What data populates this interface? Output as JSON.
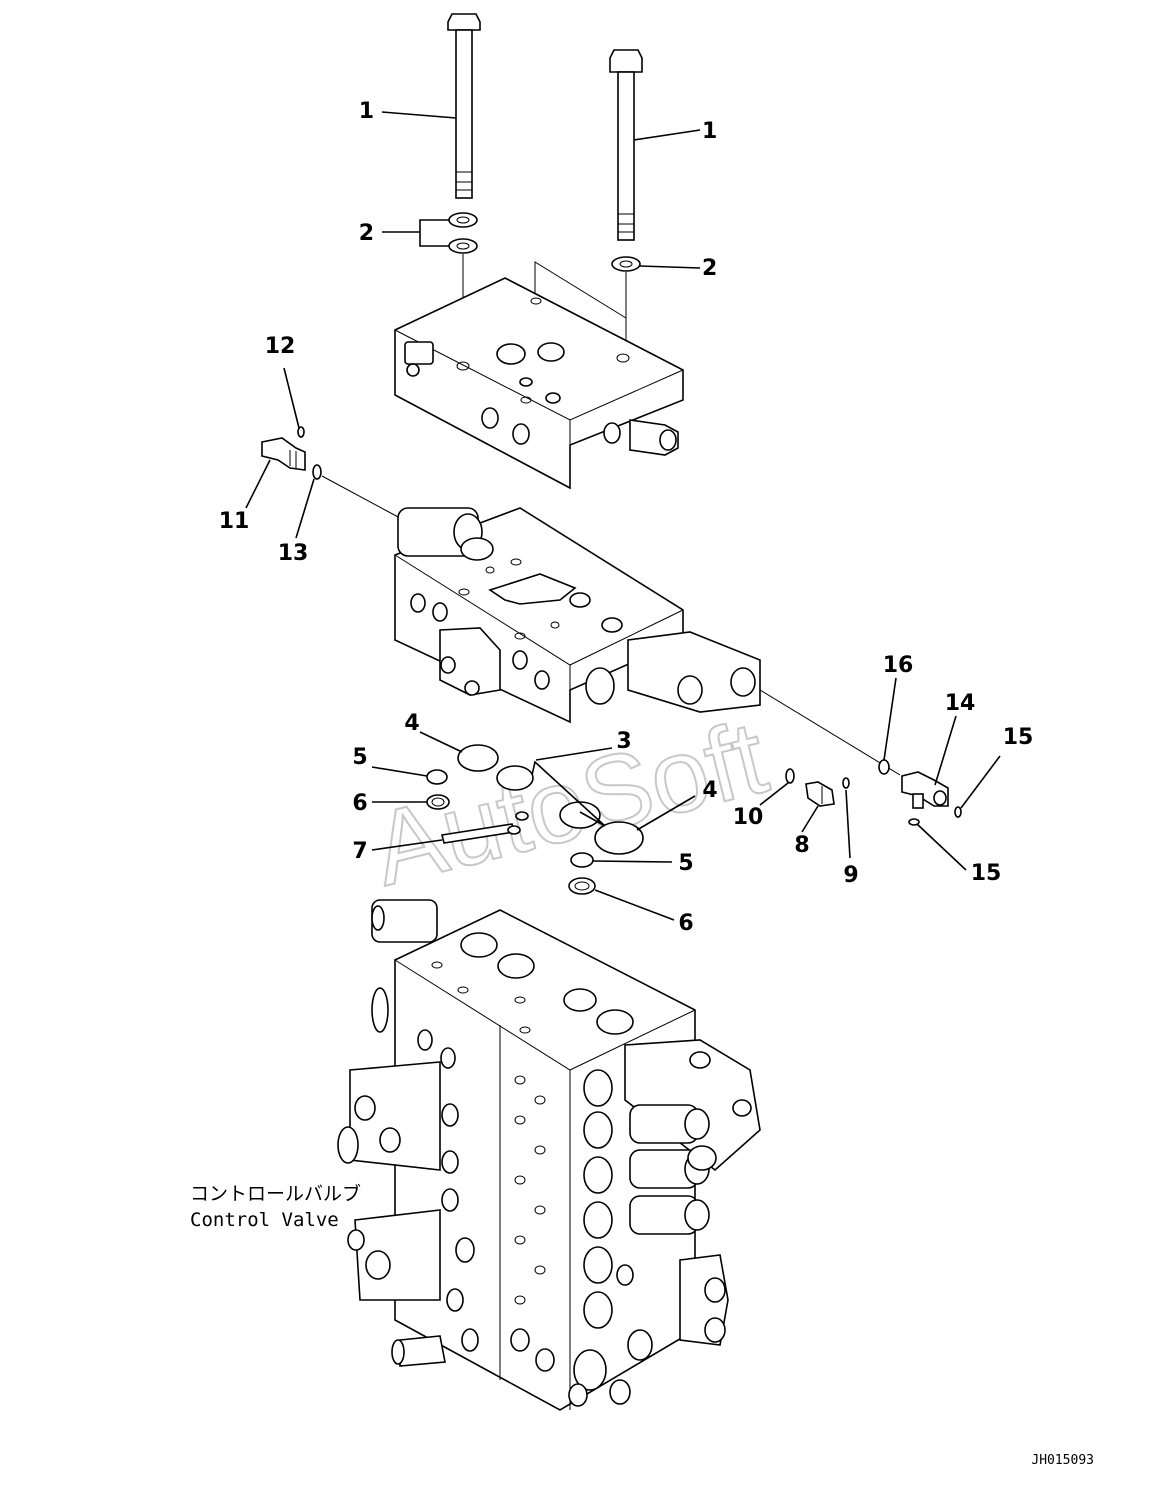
{
  "diagram": {
    "callouts": [
      "1",
      "1",
      "2",
      "2",
      "12",
      "11",
      "13",
      "4",
      "3",
      "5",
      "6",
      "7",
      "4",
      "5",
      "6",
      "16",
      "14",
      "15",
      "10",
      "8",
      "9",
      "15"
    ],
    "caption_jp": "コントロールバルブ",
    "caption_en": "Control Valve",
    "watermark": "AutoSoft",
    "doc_id": "JH015093"
  }
}
